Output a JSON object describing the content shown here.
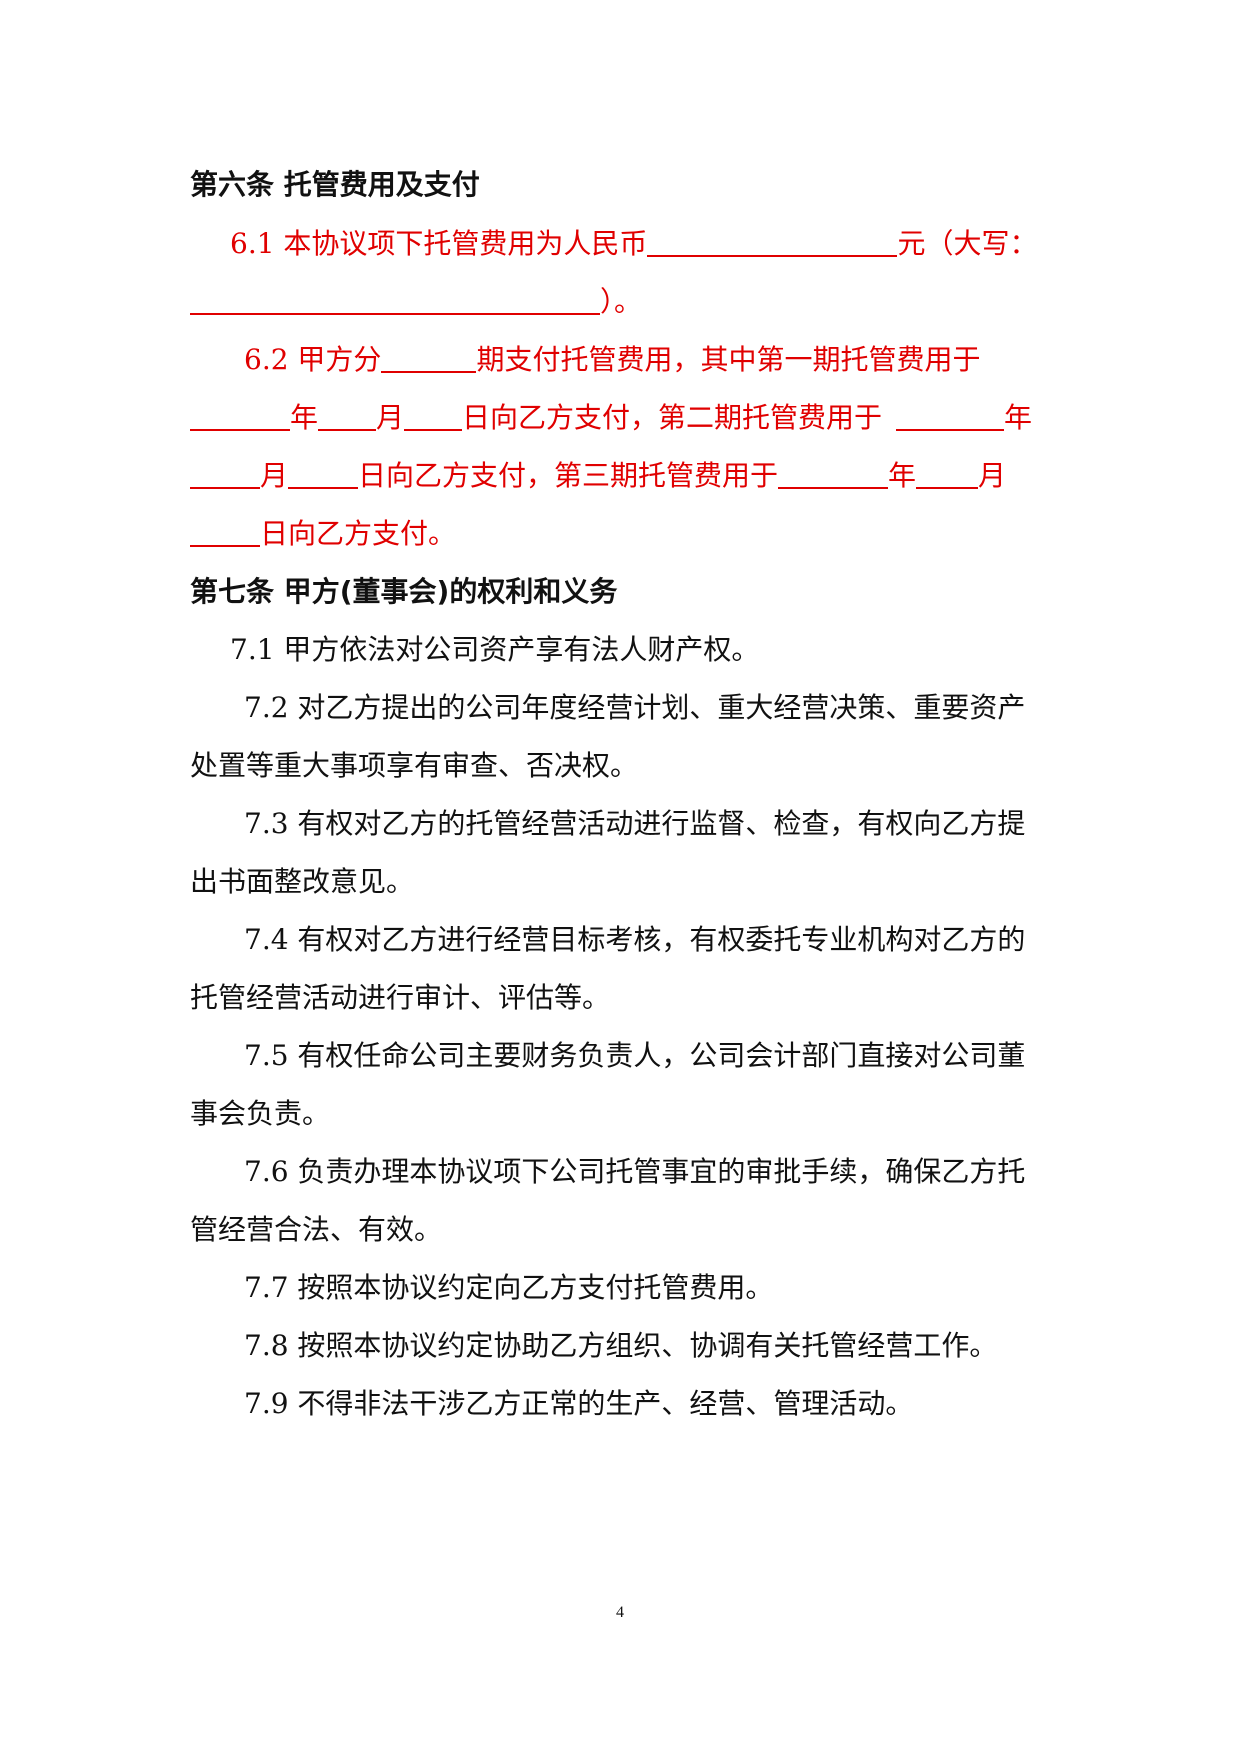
{
  "article6": {
    "heading": "第六条  托管费用及支付",
    "p61": {
      "part1": "6.1  本协议项下托管费用为人民币",
      "part2": "元（大写：",
      "part3": "）。"
    },
    "p62": {
      "part1": "6.2  甲方分",
      "part2": "期支付托管费用，其中第一期托管费用于",
      "year": "年",
      "month": "月",
      "day_first": "日向乙方支付，第二期托管费用于",
      "day_second": "日向乙方支付，第三期托管费用于",
      "day_third": "日向乙方支付。"
    }
  },
  "article7": {
    "heading": "第七条  甲方(董事会)的权利和义务",
    "items": [
      "7.1  甲方依法对公司资产享有法人财产权。",
      "7.2  对乙方提出的公司年度经营计划、重大经营决策、重要资产",
      "处置等重大事项享有审查、否决权。",
      "7.3  有权对乙方的托管经营活动进行监督、检查，有权向乙方提",
      "出书面整改意见。",
      "7.4  有权对乙方进行经营目标考核，有权委托专业机构对乙方的",
      "托管经营活动进行审计、评估等。",
      "7.5  有权任命公司主要财务负责人，公司会计部门直接对公司董",
      "事会负责。",
      "7.6  负责办理本协议项下公司托管事宜的审批手续，确保乙方托",
      "管经营合法、有效。",
      "7.7  按照本协议约定向乙方支付托管费用。",
      "7.8  按照本协议约定协助乙方组织、协调有关托管经营工作。",
      "7.9  不得非法干涉乙方正常的生产、经营、管理活动。"
    ]
  },
  "page_number": "4",
  "colors": {
    "fill_in_text": "#e00000",
    "body_text": "#111111"
  }
}
